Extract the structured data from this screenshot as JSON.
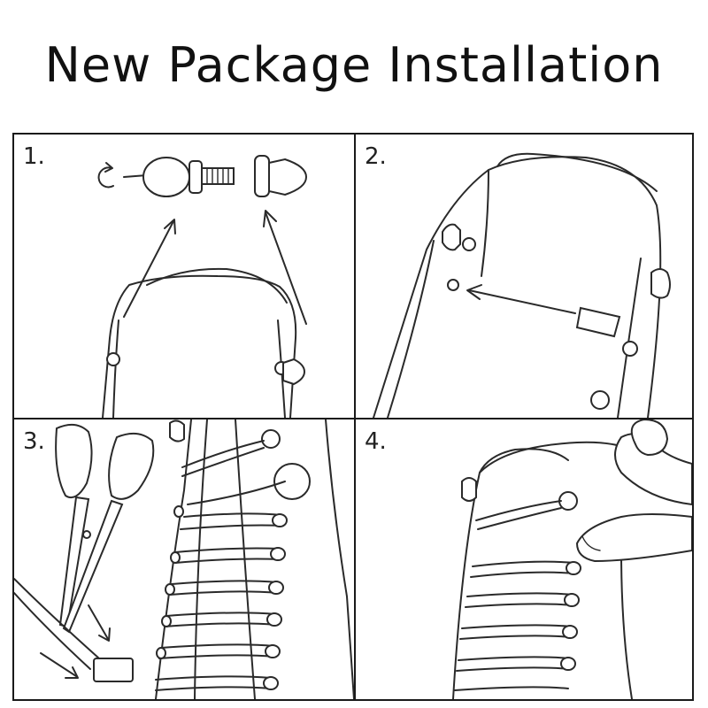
{
  "title": "New Package Installation",
  "steps": [
    {
      "number": "1."
    },
    {
      "number": "2."
    },
    {
      "number": "3."
    },
    {
      "number": "4."
    }
  ]
}
